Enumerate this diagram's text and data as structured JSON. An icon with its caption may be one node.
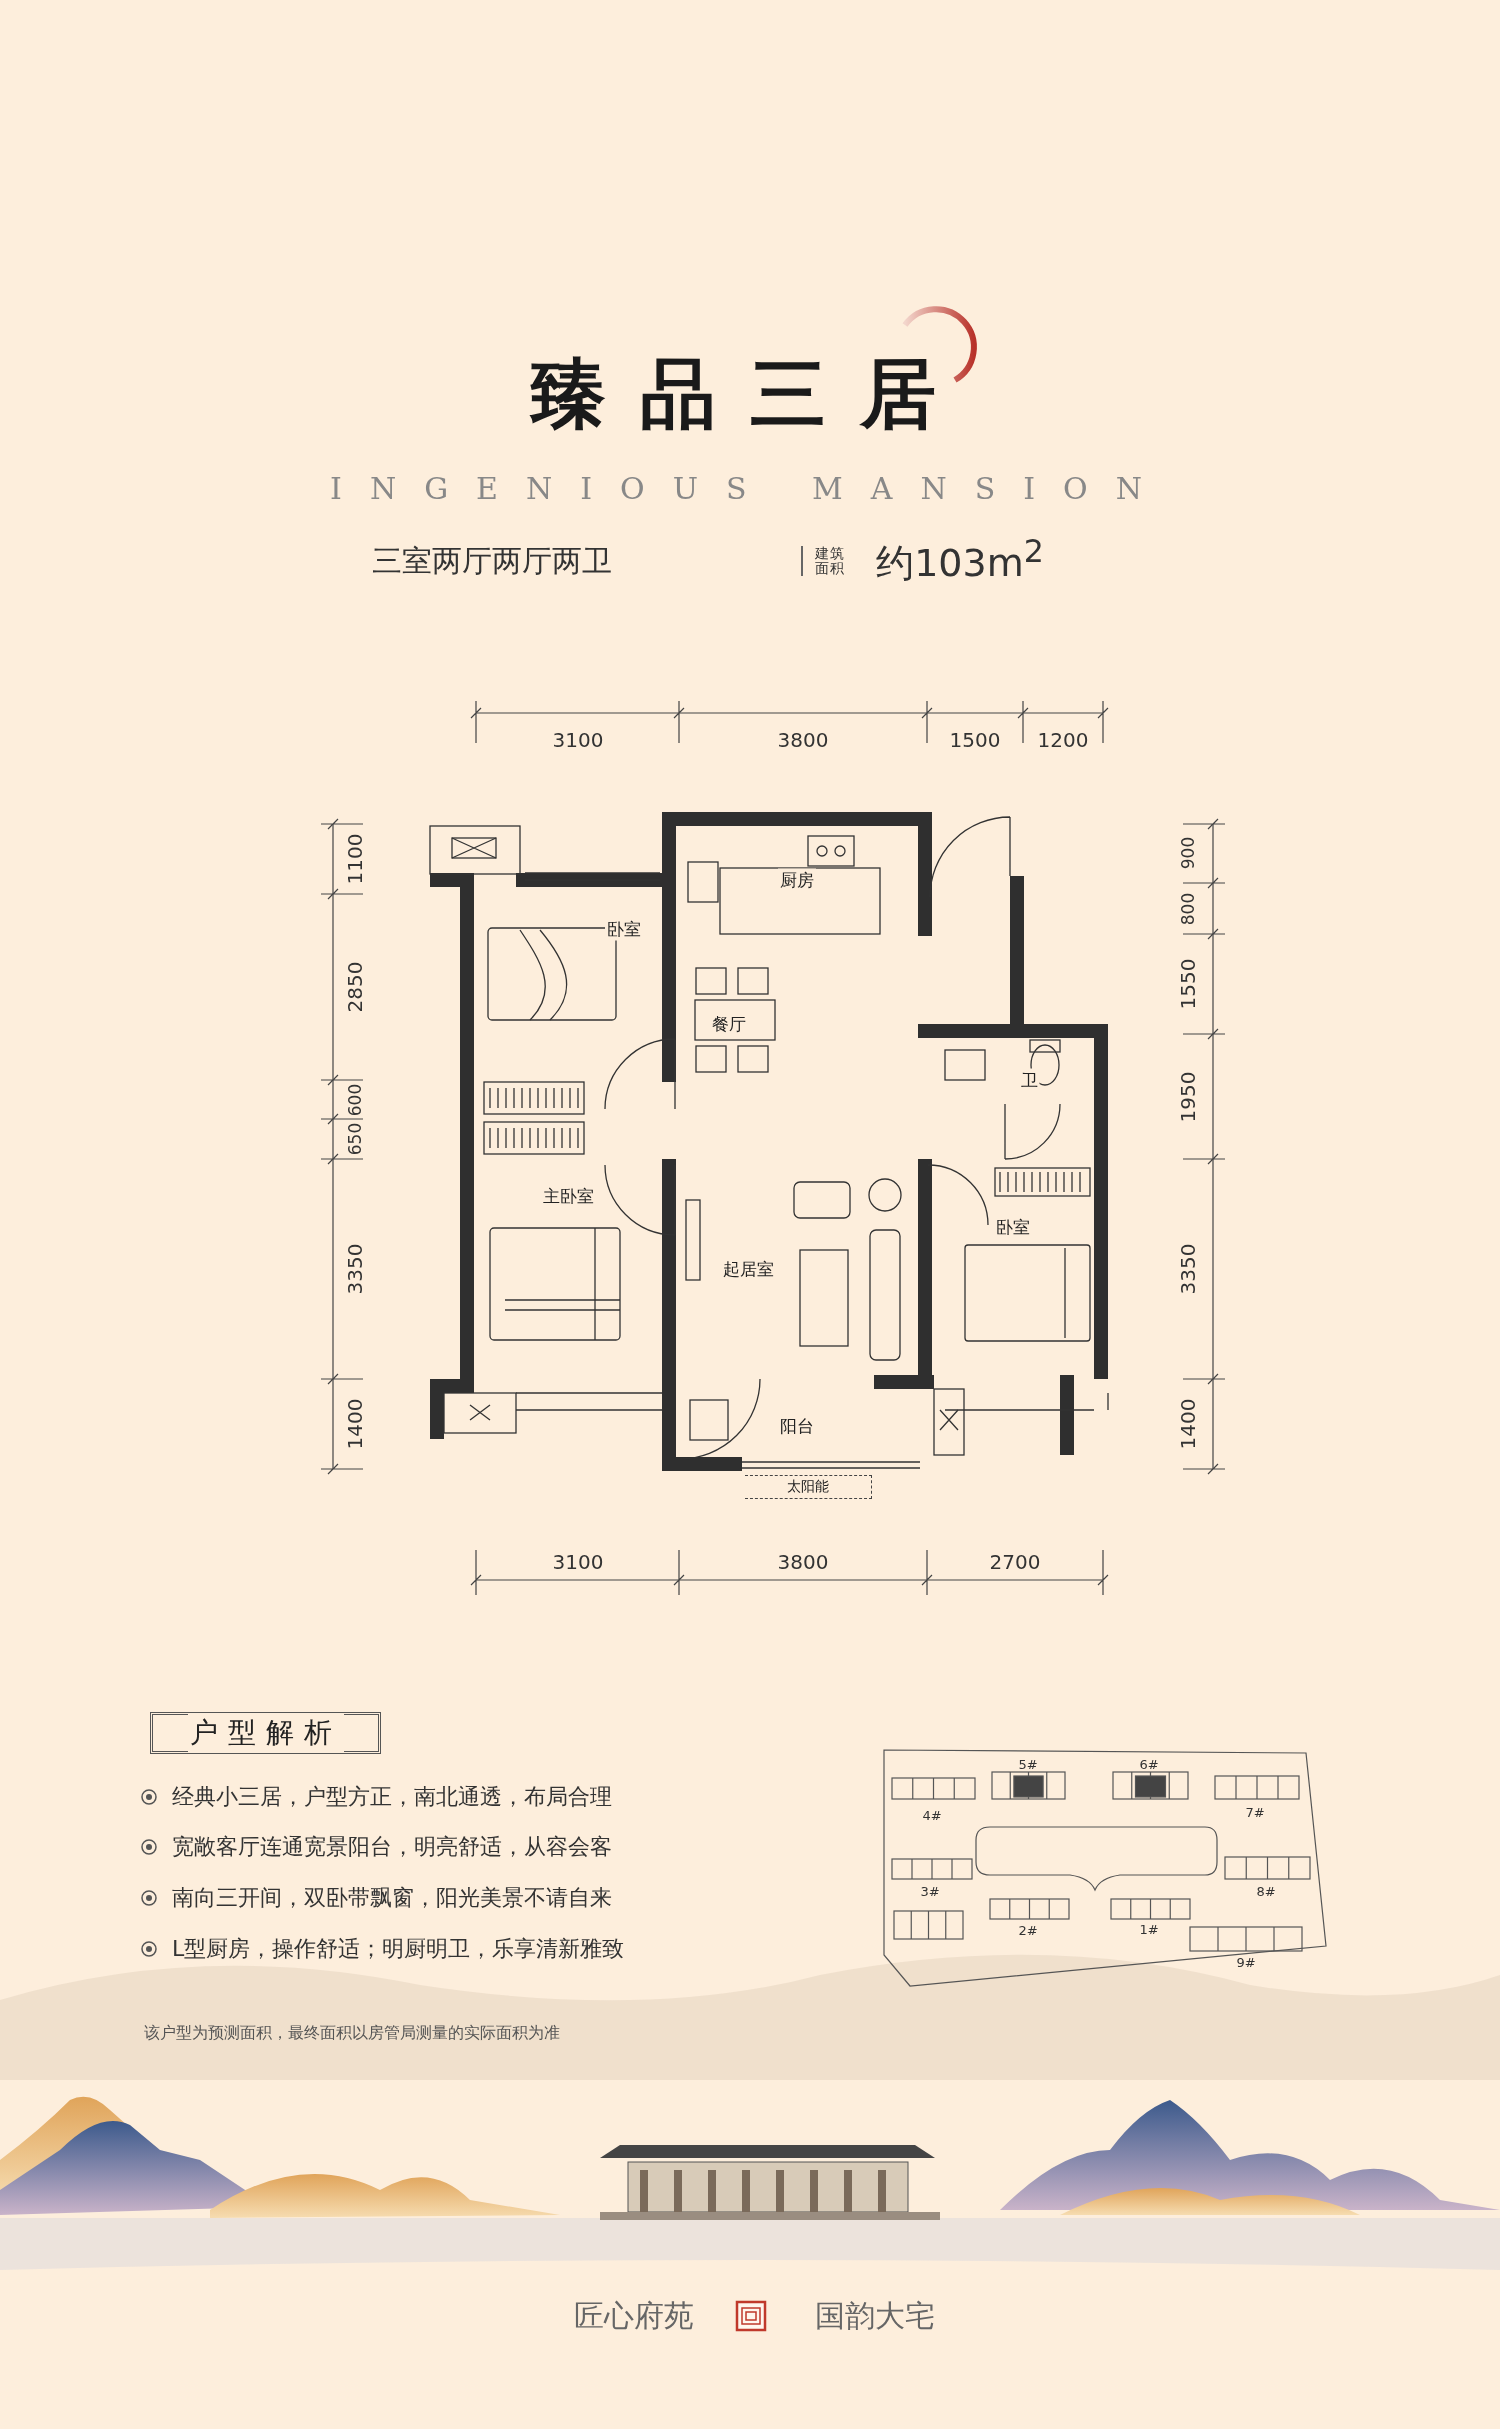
{
  "diagram": {
    "title": "臻品三居",
    "nodes": [
      {
        "text": [
          "厨房"
        ]
      },
      {
        "text": [
          "卧室"
        ]
      },
      {
        "text": [
          "餐厅"
        ]
      },
      {
        "text": [
          "卫"
        ]
      },
      {
        "text": [
          "主卧室"
        ]
      },
      {
        "text": [
          "起居室"
        ]
      },
      {
        "text": [
          "卧室"
        ]
      },
      {
        "text": [
          "阳台"
        ]
      },
      {
        "text": [
          "太阳能"
        ]
      },
      {
        "text": [
          "户型解析"
        ]
      }
    ],
    "edges": [],
    "labels": [
      "INGENIOUS MANSION",
      "三室两厅两厅两卫",
      "建筑面积",
      "约103m$^{2}$",
      "3100",
      "3800",
      "1500",
      "1200",
      "1100",
      "2850",
      "600",
      "650",
      "3350",
      "1400",
      "900",
      "800",
      "1550",
      "1950",
      "3350",
      "1400",
      "3100",
      "3800",
      "2700",
      "经典小三居，户型方正，南北通透，布局合理",
      "宽敞客厅连通宽景阳台，明亮舒适，从容会客",
      "南向三开间，双卧带飘窗，阳光美景不请自来",
      "L型厨房，操作舒适；明厨明卫，乐享清新雅致",
      "4#",
      "5#",
      "6#",
      "7#",
      "3#",
      "8#",
      "2#",
      "1#",
      "9#",
      "该户型为预测面积，最终面积以房管局测量的实际面积为准",
      "匠心府苑",
      "国韵大宅"
    ]
  }
}
